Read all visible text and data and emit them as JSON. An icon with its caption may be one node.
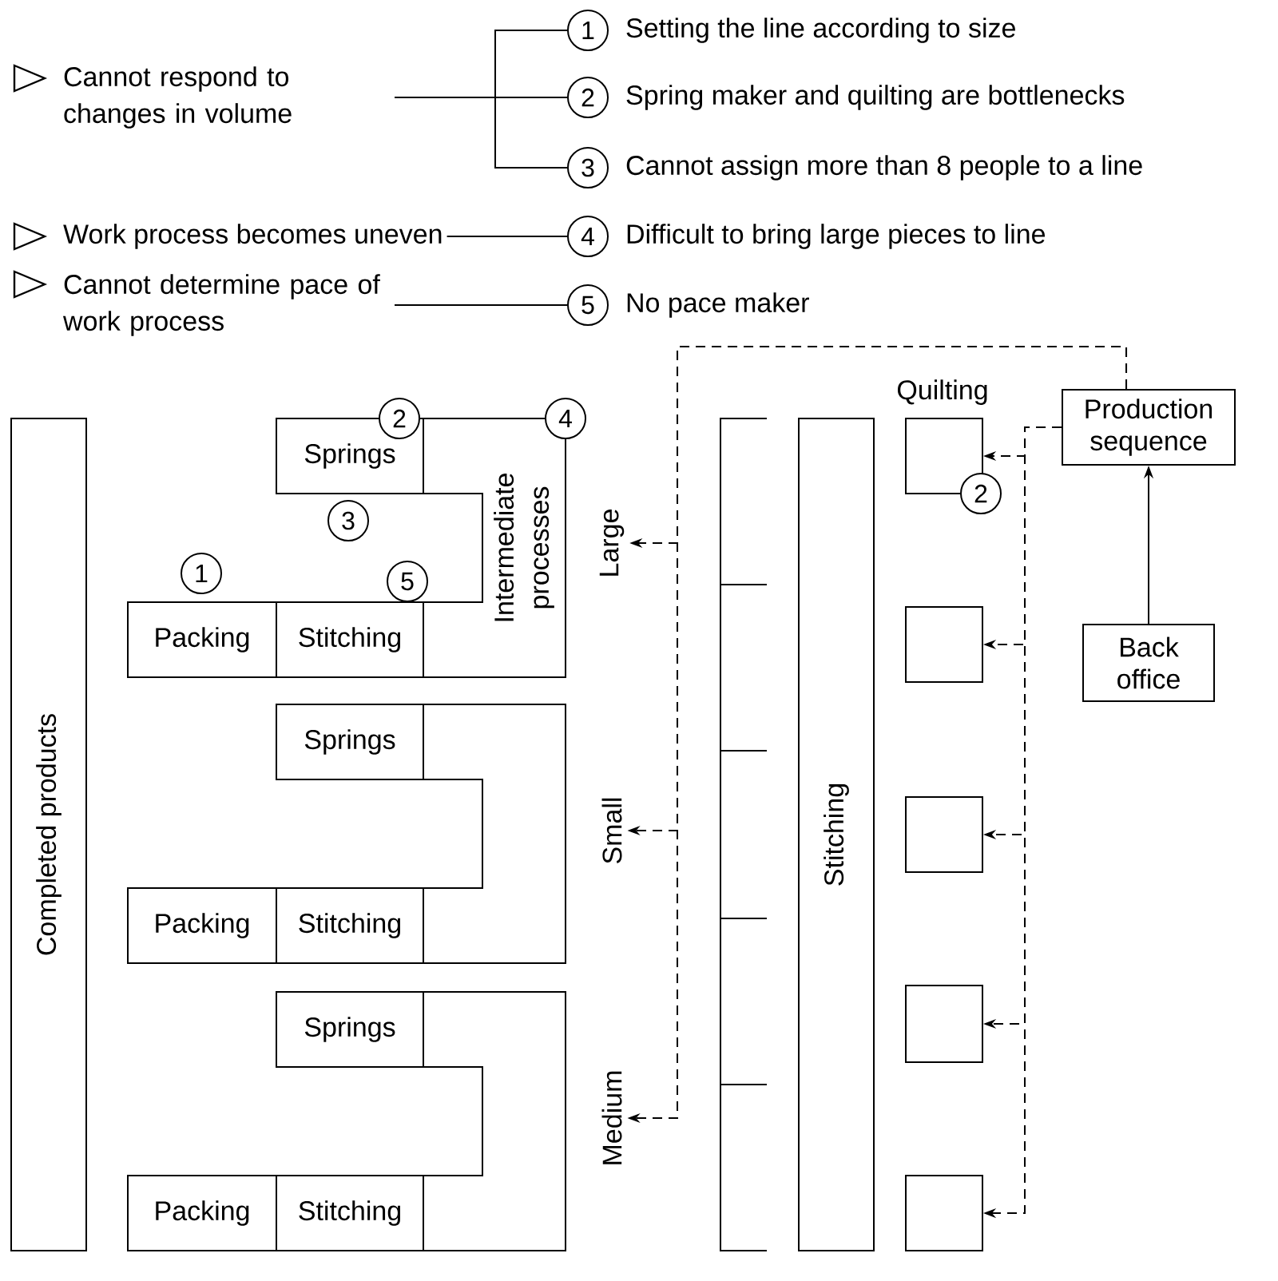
{
  "diagram": {
    "nodes": [
      {
        "text": [
          "Cannot respond to changes in volume"
        ]
      },
      {
        "text": [
          "1"
        ],
        "beside": [
          "Setting the line according to size"
        ]
      },
      {
        "text": [
          "2"
        ],
        "beside": [
          "Spring maker and quilting are bottlenecks"
        ]
      },
      {
        "text": [
          "3"
        ],
        "beside": [
          "Cannot assign more than 8 people to a line"
        ]
      },
      {
        "text": [
          "Work process becomes uneven"
        ]
      },
      {
        "text": [
          "4"
        ],
        "beside": [
          "Difficult to bring large pieces to line"
        ]
      },
      {
        "text": [
          "Cannot determine pace of work process"
        ]
      },
      {
        "text": [
          "5"
        ],
        "beside": [
          "No pace maker"
        ]
      },
      {
        "text": [
          "Completed products"
        ]
      },
      {
        "text": [
          "Springs"
        ]
      },
      {
        "text": [
          "Intermediate processes"
        ]
      },
      {
        "text": [
          "Packing"
        ]
      },
      {
        "text": [
          "Stitching"
        ]
      },
      {
        "text": [
          "2"
        ]
      },
      {
        "text": [
          "4"
        ]
      },
      {
        "text": [
          "3"
        ]
      },
      {
        "text": [
          "1"
        ]
      },
      {
        "text": [
          "5"
        ]
      },
      {
        "text": [
          "Springs"
        ]
      },
      {
        "text": [],
        "shape": "box"
      },
      {
        "text": [
          "Packing"
        ]
      },
      {
        "text": [
          "Stitching"
        ]
      },
      {
        "text": [
          "Springs"
        ]
      },
      {
        "text": [],
        "shape": "box"
      },
      {
        "text": [
          "Packing"
        ]
      },
      {
        "text": [
          "Stitching"
        ]
      },
      {
        "text": [
          "Large"
        ]
      },
      {
        "text": [
          "Small"
        ]
      },
      {
        "text": [
          "Medium"
        ]
      },
      {
        "text": [
          "Stitching"
        ]
      },
      {
        "text": [],
        "shape": "box"
      },
      {
        "text": [
          "2"
        ]
      },
      {
        "text": [
          "Production sequence"
        ]
      },
      {
        "text": [],
        "shape": "box"
      },
      {
        "text": [],
        "shape": "box"
      },
      {
        "text": [],
        "shape": "box"
      },
      {
        "text": [],
        "shape": "box"
      },
      {
        "text": [
          "Back office"
        ]
      }
    ],
    "edges": [
      {
        "from": 0,
        "to": 1,
        "arrow": "none"
      },
      {
        "from": 0,
        "to": 2,
        "arrow": "none"
      },
      {
        "from": 0,
        "to": 3,
        "arrow": "none"
      },
      {
        "from": 4,
        "to": 5,
        "arrow": "none"
      },
      {
        "from": 6,
        "to": 7,
        "arrow": "none"
      },
      {
        "from": 37,
        "to": 32,
        "arrow": "to"
      },
      {
        "from": 32,
        "to": 26,
        "arrow": "to",
        "style": "dashed"
      },
      {
        "from": 32,
        "to": 27,
        "arrow": "to",
        "style": "dashed"
      },
      {
        "from": 32,
        "to": 28,
        "arrow": "to",
        "style": "dashed"
      },
      {
        "from": 32,
        "to": 30,
        "arrow": "to",
        "style": "dashed"
      },
      {
        "from": 32,
        "to": 33,
        "arrow": "to",
        "style": "dashed"
      },
      {
        "from": 32,
        "to": 34,
        "arrow": "to",
        "style": "dashed"
      },
      {
        "from": 32,
        "to": 35,
        "arrow": "to",
        "style": "dashed"
      },
      {
        "from": 32,
        "to": 36,
        "arrow": "to",
        "style": "dashed"
      }
    ],
    "labels": [
      "Quilting"
    ]
  }
}
